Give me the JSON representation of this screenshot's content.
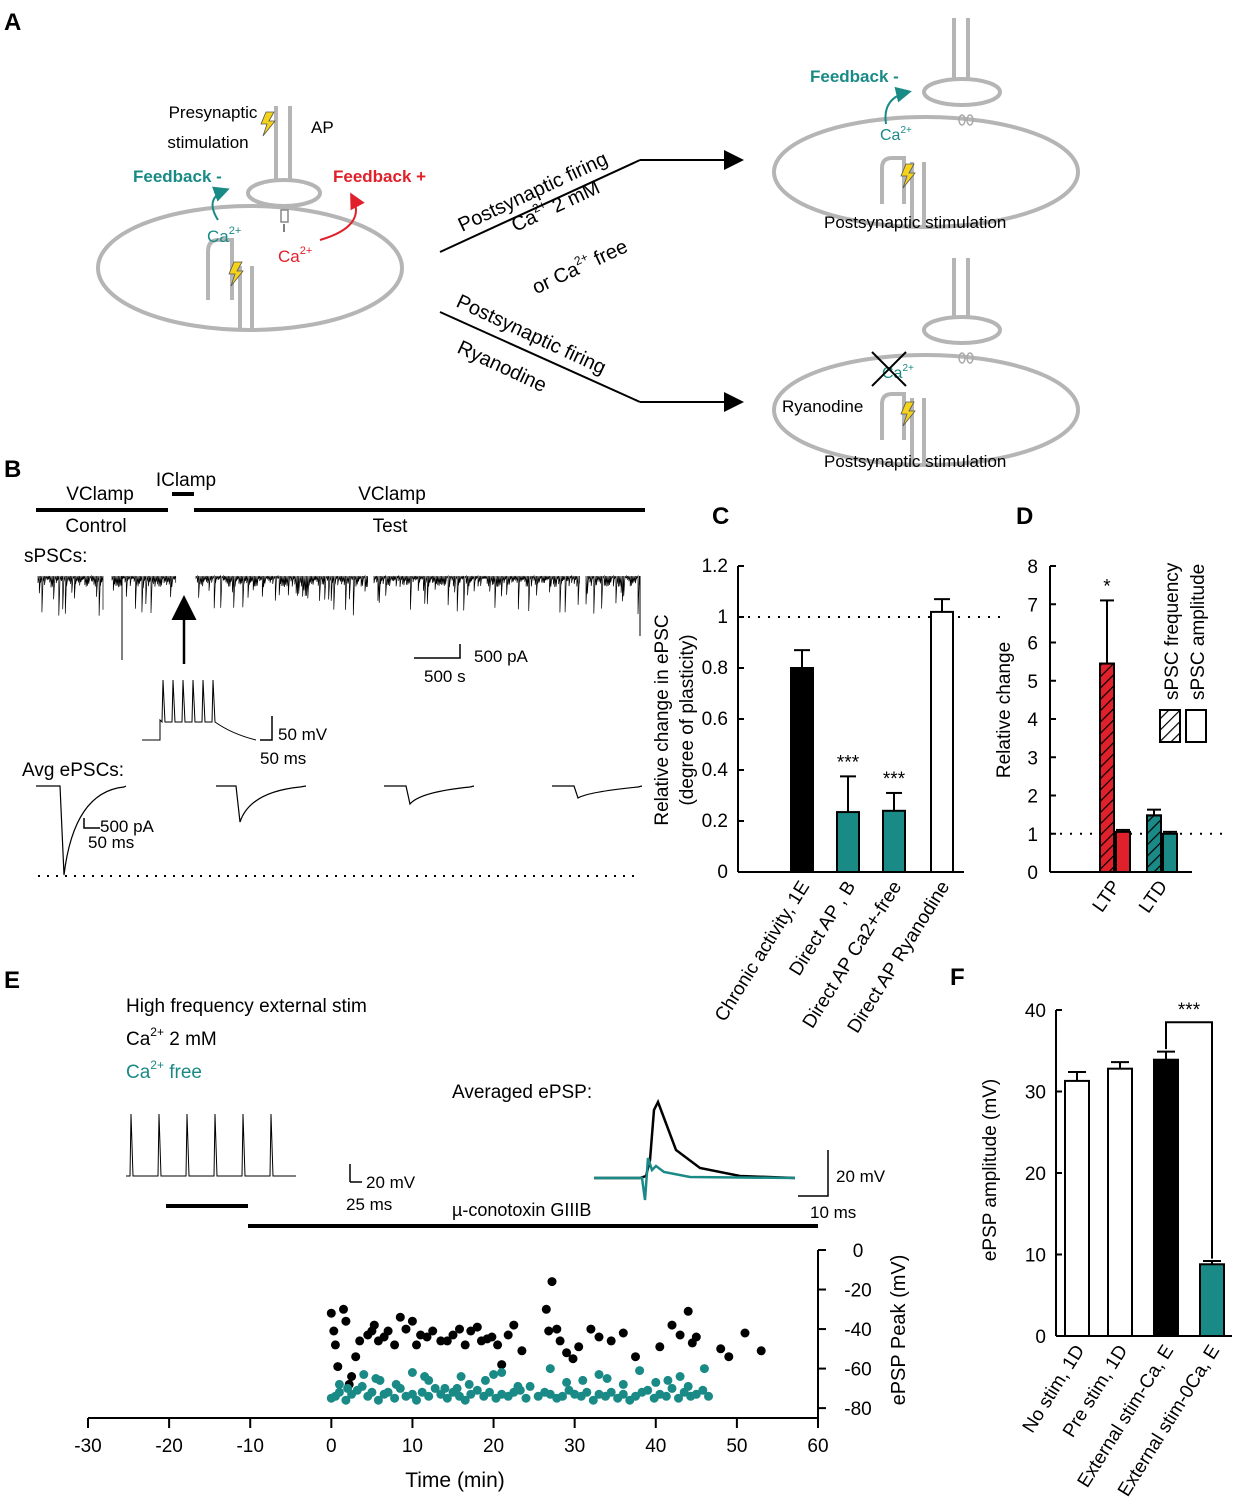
{
  "panels": {
    "A": {
      "letter": "A",
      "presynaptic_stim": [
        "Presynaptic",
        "stimulation"
      ],
      "ap": "AP",
      "feedback_minus": "Feedback -",
      "feedback_plus": "Feedback +",
      "ca": "Ca",
      "ca_sup": "2+",
      "arrow1_label_line1": "Postsynaptic firing",
      "arrow1_label_line2_pre": "Ca",
      "arrow1_label_line2_post": " 2 mM",
      "arrow1_label_line3_pre": "or Ca",
      "arrow1_label_line3_post": " free",
      "arrow2_label_line1": "Postsynaptic firing",
      "arrow2_label_line2": "Ryanodine",
      "postsynaptic_stim": "Postsynaptic stimulation",
      "ryanodine": "Ryanodine"
    },
    "B": {
      "letter": "B",
      "vclamp": "VClamp",
      "iclamp": "IClamp",
      "control": "Control",
      "test": "Test",
      "spscs": "sPSCs:",
      "scale_500pA": "500 pA",
      "scale_500s": "500 s",
      "scale_50mV": "50 mV",
      "scale_50ms": "50 ms",
      "avg_epscs": "Avg ePSCs:",
      "scale_avg_500pA": "500 pA",
      "scale_avg_50ms": "50 ms"
    },
    "E": {
      "letter": "E",
      "legend_hf": "High frequency external stim",
      "legend_ca_pre": "Ca",
      "legend_ca_post": " 2 mM",
      "legend_free_pre": "Ca",
      "legend_free_post": " free",
      "averaged_epsp": "Averaged ePSP:",
      "scale_20mV": "20 mV",
      "scale_25ms": "25 ms",
      "scale_20mV_b": "20 mV",
      "scale_10ms": "10 ms",
      "conotoxin": "µ-conotoxin GIIIB"
    }
  },
  "colors": {
    "teal": "#1a8a86",
    "red": "#e0202a",
    "gray": "#b5b5b5",
    "black": "#000000"
  },
  "chart_data": [
    {
      "id": "C",
      "panel_letter": "C",
      "type": "bar",
      "ylabel_line1": "Relative change in ePSC",
      "ylabel_line2": "(degree of plasticity)",
      "ylim": [
        0,
        1.2
      ],
      "yticks": [
        "0",
        "0.2",
        "0.4",
        "0.6",
        "0.8",
        "1",
        "1.2"
      ],
      "categories": [
        "Chronic activity, 1E",
        "Direct AP , B",
        "Direct AP Ca2+-free",
        "Direct AP Ryanodine"
      ],
      "values": [
        0.8,
        0.235,
        0.24,
        1.02
      ],
      "errors": [
        0.07,
        0.14,
        0.07,
        0.05
      ],
      "fills": [
        "#000000",
        "#1a8a86",
        "#1a8a86",
        "#ffffff"
      ],
      "significance": [
        "",
        "***",
        "***",
        ""
      ],
      "reference_line": 1
    },
    {
      "id": "D",
      "panel_letter": "D",
      "type": "bar",
      "ylabel": "Relative change",
      "ylim": [
        0,
        8
      ],
      "yticks": [
        "0",
        "1",
        "2",
        "3",
        "4",
        "5",
        "6",
        "7",
        "8"
      ],
      "categories": [
        "LTP",
        "LTD"
      ],
      "series": [
        {
          "name": "sPSC frequency",
          "values": [
            5.45,
            1.48
          ],
          "errors": [
            1.65,
            0.15
          ]
        },
        {
          "name": "sPSC amplitude",
          "values": [
            1.05,
            1.0
          ],
          "errors": [
            0.05,
            0.05
          ]
        }
      ],
      "significance": [
        "*",
        ""
      ],
      "reference_line": 1
    },
    {
      "id": "E",
      "type": "scatter",
      "xlabel": "Time (min)",
      "ylabel": "ePSP Peak (mV)",
      "xlim": [
        -30,
        60
      ],
      "ylim": [
        -85,
        0
      ],
      "xticks": [
        "-30",
        "-20",
        "-10",
        "0",
        "10",
        "20",
        "30",
        "40",
        "50",
        "60"
      ],
      "yticks": [
        "0",
        "-20",
        "-40",
        "-60",
        "-80"
      ],
      "series": [
        {
          "name": "Ca 2 mM",
          "x": [
            0.0,
            0.5,
            1.5,
            2.2,
            0.3,
            0.8,
            1.8,
            2.5,
            3.0,
            3.5,
            4.5,
            5.0,
            5.3,
            5.8,
            6.5,
            7.0,
            7.8,
            8.5,
            9.2,
            10.0,
            10.5,
            11.0,
            11.8,
            12.5,
            13.5,
            14.3,
            15.0,
            15.8,
            16.5,
            17.2,
            18.0,
            18.5,
            19.2,
            19.8,
            20.5,
            21.0,
            21.8,
            22.5,
            23.5,
            26.5,
            26.8,
            27.2,
            27.8,
            28.2,
            29.0,
            29.8,
            30.5,
            32.0,
            33.0,
            34.5,
            36.0,
            37.5,
            40.5,
            42.0,
            43.0,
            44.0,
            44.5,
            45.0,
            48.0,
            49.0,
            51.0,
            53.0
          ],
          "y": [
            -32,
            -48,
            -30,
            -68,
            -41,
            -59,
            -36,
            -64,
            -54,
            -46,
            -43,
            -41,
            -38,
            -46,
            -44,
            -41,
            -48,
            -34,
            -40,
            -36,
            -48,
            -43,
            -44,
            -41,
            -46,
            -46,
            -43,
            -40,
            -48,
            -41,
            -39,
            -46,
            -45,
            -44,
            -48,
            -58,
            -43,
            -38,
            -51,
            -30,
            -41,
            -16,
            -40,
            -46,
            -52,
            -55,
            -49,
            -40,
            -44,
            -46,
            -42,
            -54,
            -49,
            -38,
            -43,
            -31,
            -47,
            -44,
            -50,
            -54,
            -42,
            -51
          ]
        },
        {
          "name": "Ca free",
          "x": [
            0.0,
            0.5,
            1.0,
            1.8,
            2.5,
            3.2,
            3.8,
            4.5,
            5.0,
            5.8,
            6.5,
            7.0,
            7.8,
            8.5,
            9.2,
            10.0,
            10.5,
            11.2,
            12.0,
            12.8,
            13.5,
            14.3,
            15.0,
            15.8,
            16.5,
            17.2,
            18.0,
            18.8,
            19.5,
            20.3,
            21.0,
            21.8,
            22.5,
            23.3,
            24.0,
            25.5,
            26.3,
            27.0,
            27.8,
            28.5,
            29.3,
            30.0,
            30.8,
            31.5,
            32.3,
            33.0,
            33.8,
            34.5,
            35.3,
            36.0,
            36.8,
            37.5,
            38.3,
            39.0,
            39.8,
            40.5,
            41.3,
            42.0,
            42.8,
            43.5,
            44.3,
            45.0,
            45.8,
            46.5,
            1.0,
            4.0,
            6.0,
            10.0,
            16.0,
            19.0,
            21.0,
            27.0,
            33.0,
            38.0,
            43.0,
            46.0,
            2.0,
            8.0,
            12.0,
            14.0,
            17.0,
            23.0,
            29.0,
            31.0,
            36.0,
            40.0,
            44.0,
            5.5,
            11.5,
            15.5,
            20.0,
            24.5,
            34.0,
            41.5
          ],
          "y": [
            -75,
            -74,
            -72,
            -76,
            -73,
            -71,
            -69,
            -74,
            -72,
            -76,
            -73,
            -72,
            -75,
            -70,
            -74,
            -73,
            -76,
            -72,
            -74,
            -70,
            -73,
            -75,
            -72,
            -74,
            -76,
            -73,
            -71,
            -74,
            -72,
            -75,
            -73,
            -74,
            -72,
            -71,
            -75,
            -74,
            -72,
            -73,
            -75,
            -74,
            -71,
            -73,
            -74,
            -72,
            -76,
            -73,
            -74,
            -72,
            -75,
            -73,
            -76,
            -74,
            -72,
            -71,
            -75,
            -73,
            -74,
            -70,
            -75,
            -72,
            -74,
            -73,
            -71,
            -74,
            -68,
            -63,
            -66,
            -62,
            -64,
            -66,
            -62,
            -60,
            -63,
            -61,
            -64,
            -60,
            -70,
            -68,
            -66,
            -70,
            -68,
            -69,
            -67,
            -66,
            -68,
            -67,
            -69,
            -65,
            -64,
            -70,
            -63,
            -69,
            -65,
            -66
          ]
        }
      ]
    },
    {
      "id": "F",
      "panel_letter": "F",
      "type": "bar",
      "ylabel": "ePSP amplitude (mV)",
      "ylim": [
        0,
        40
      ],
      "yticks": [
        "0",
        "10",
        "20",
        "30",
        "40"
      ],
      "categories": [
        "No stim, 1D",
        "Pre stim, 1D",
        "External stim-Ca, E",
        "External stim-0Ca, E"
      ],
      "values": [
        31.3,
        32.8,
        33.9,
        8.8
      ],
      "errors": [
        1.1,
        0.8,
        1.0,
        0.4
      ],
      "fills": [
        "#ffffff",
        "#ffffff",
        "#000000",
        "#1a8a86"
      ],
      "significance": "***"
    }
  ]
}
